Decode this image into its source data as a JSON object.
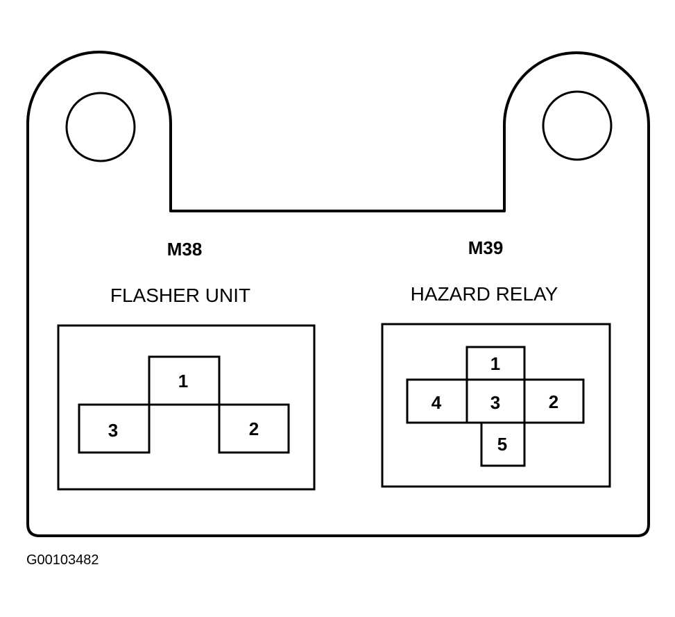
{
  "figure_id": "G00103482",
  "connectors": {
    "flasher": {
      "code": "M38",
      "name": "FLASHER UNIT",
      "pins": [
        "1",
        "3",
        "2"
      ]
    },
    "hazard": {
      "code": "M39",
      "name": "HAZARD RELAY",
      "pins": [
        "1",
        "4",
        "3",
        "2",
        "5"
      ]
    }
  },
  "colors": {
    "line": "#000000",
    "background": "#ffffff"
  }
}
